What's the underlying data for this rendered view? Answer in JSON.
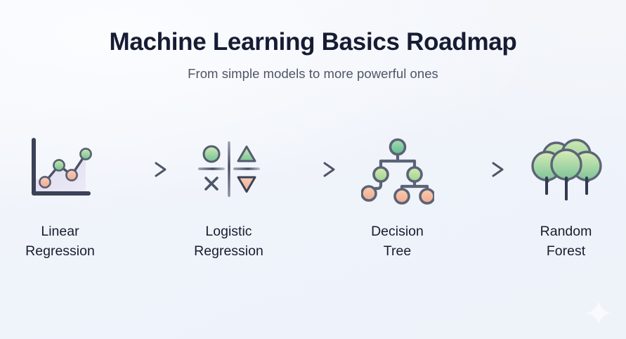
{
  "header": {
    "title": "Machine Learning Basics Roadmap",
    "subtitle": "From simple models to more powerful ones"
  },
  "roadmap": {
    "steps": [
      {
        "id": "linear-regression",
        "label": "Linear\nRegression",
        "icon": "line-chart-icon"
      },
      {
        "id": "logistic-regression",
        "label": "Logistic\nRegression",
        "icon": "binary-classification-icon"
      },
      {
        "id": "decision-tree",
        "label": "Decision\nTree",
        "icon": "decision-tree-icon"
      },
      {
        "id": "random-forest",
        "label": "Random\nForest",
        "icon": "forest-trees-icon"
      }
    ],
    "connectors": [
      {
        "id": "arrow-1",
        "icon": "arrow-right-icon"
      },
      {
        "id": "arrow-2",
        "icon": "arrow-right-icon"
      },
      {
        "id": "arrow-3",
        "icon": "arrow-right-icon"
      }
    ]
  },
  "watermark": {
    "icon": "sparkle-star-icon"
  },
  "colors": {
    "background": "#eff3fa",
    "title": "#161c33",
    "subtitle": "#4e5565",
    "label": "#171d2e",
    "outline": "#555c70",
    "outline_dark": "#2f3547",
    "green_light": "#c3e3ab",
    "green_mid": "#7fc79a",
    "green_deep": "#6ec08f",
    "pink": "#f3b6a0",
    "pink_light": "#f7c6b2",
    "area_fill": "#e1ddf0",
    "arrow": "#7b8292"
  }
}
